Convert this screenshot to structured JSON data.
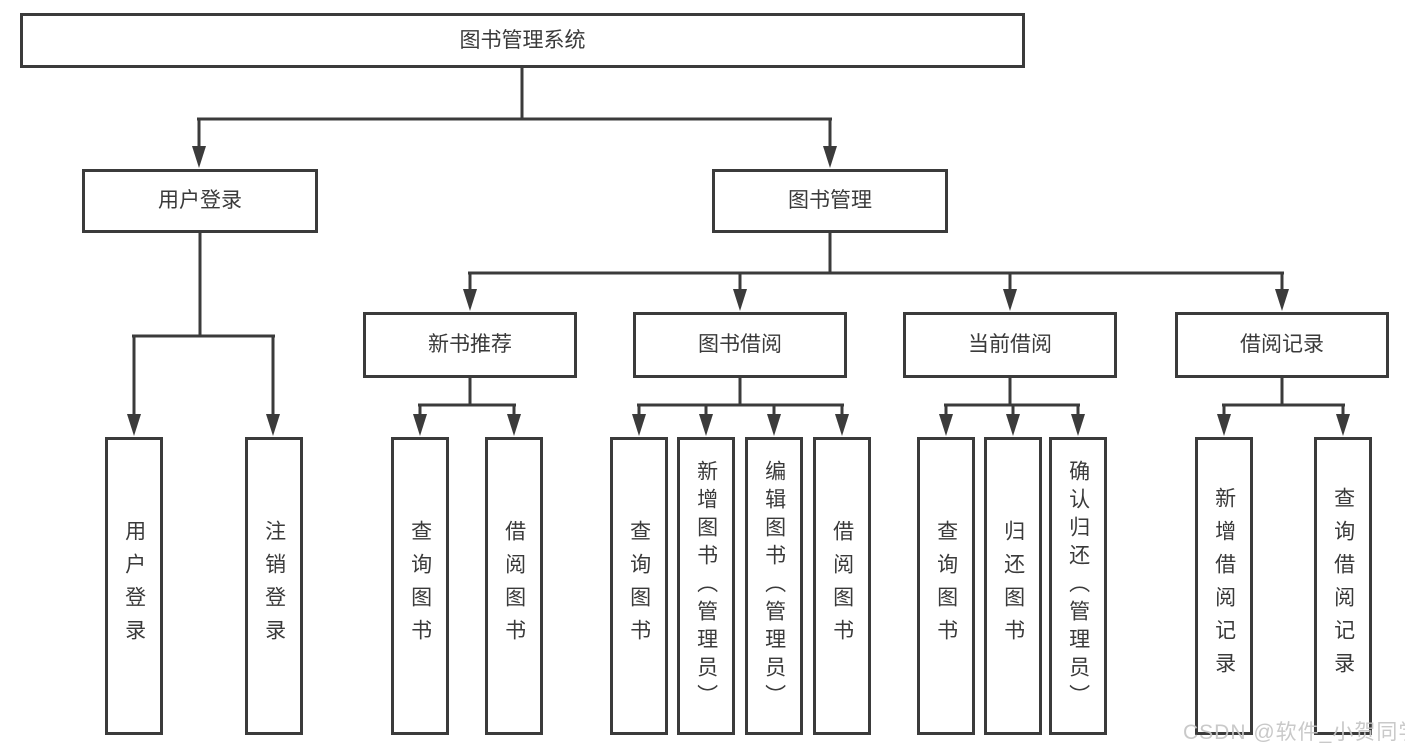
{
  "tree": {
    "root": "图书管理系统",
    "branches": [
      {
        "label": "用户登录",
        "leaves": [
          "用户登录",
          "注销登录"
        ]
      },
      {
        "label": "图书管理",
        "groups": [
          {
            "label": "新书推荐",
            "leaves": [
              "查询图书",
              "借阅图书"
            ]
          },
          {
            "label": "图书借阅",
            "leaves": [
              "查询图书",
              "新增图书（管理员）",
              "编辑图书（管理员）",
              "借阅图书"
            ]
          },
          {
            "label": "当前借阅",
            "leaves": [
              "查询图书",
              "归还图书",
              "确认归还（管理员）"
            ]
          },
          {
            "label": "借阅记录",
            "leaves": [
              "新增借阅记录",
              "查询借阅记录"
            ]
          }
        ]
      }
    ]
  },
  "watermark": {
    "text": "CSDN @软件_小贺同学"
  },
  "colors": {
    "line": "#3b3b3b",
    "text": "#3a3a3a",
    "box_background": "#ffffff",
    "watermark": "#c6c6c6",
    "background": "#ffffff"
  }
}
